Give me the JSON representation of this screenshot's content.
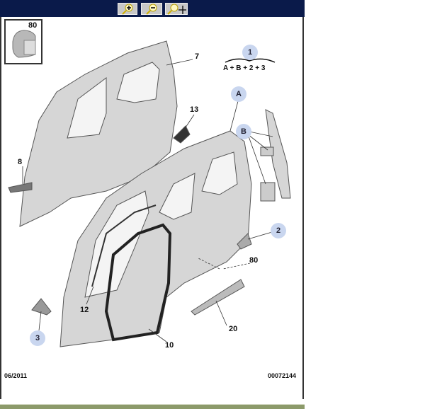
{
  "toolbar": {
    "zoom_in": "zoom-in",
    "zoom_out": "zoom-out",
    "zoom_pan": "pan"
  },
  "inset": {
    "label": "80"
  },
  "formula": {
    "circle": "1",
    "text": "A + B + 2 + 3"
  },
  "labels": {
    "l7": "7",
    "l13": "13",
    "l8": "8",
    "l80": "80",
    "l12": "12",
    "l20": "20",
    "l10": "10"
  },
  "circles": {
    "A": "A",
    "B": "B",
    "c2": "2",
    "c3": "3"
  },
  "footer": {
    "date": "06/2011",
    "ref": "00072144"
  }
}
